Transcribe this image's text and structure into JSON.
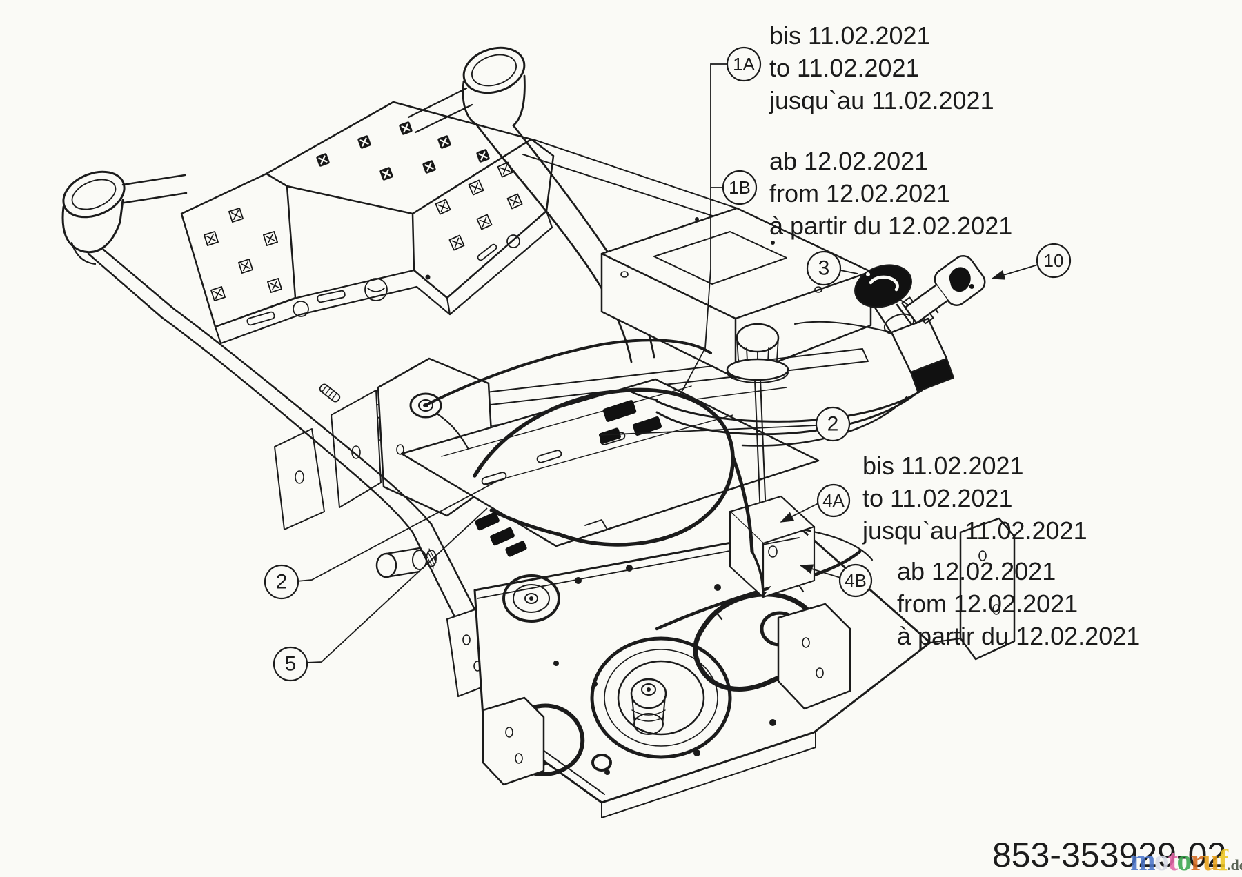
{
  "document": {
    "type": "exploded-parts-diagram",
    "part_number": "853-353929-02"
  },
  "colors": {
    "ink": "#1b1b1b",
    "background": "#fafaf6"
  },
  "callouts": [
    {
      "id": "1A",
      "label": "1A"
    },
    {
      "id": "1B",
      "label": "1B"
    },
    {
      "id": "2-upper",
      "label": "2"
    },
    {
      "id": "3",
      "label": "3"
    },
    {
      "id": "10",
      "label": "10"
    },
    {
      "id": "4A",
      "label": "4A"
    },
    {
      "id": "4B",
      "label": "4B"
    },
    {
      "id": "2-lower",
      "label": "2"
    },
    {
      "id": "5",
      "label": "5"
    }
  ],
  "date_notes": [
    {
      "id": "note-1a",
      "lines": [
        "bis 11.02.2021",
        "to 11.02.2021",
        "jusqu`au 11.02.2021"
      ]
    },
    {
      "id": "note-1b",
      "lines": [
        "ab 12.02.2021",
        "from 12.02.2021",
        "à partir du 12.02.2021"
      ]
    },
    {
      "id": "note-4a",
      "lines": [
        "bis 11.02.2021",
        "to 11.02.2021",
        "jusqu`au 11.02.2021"
      ]
    },
    {
      "id": "note-4b",
      "lines": [
        "ab 12.02.2021",
        "from 12.02.2021",
        "à partir du 12.02.2021"
      ]
    }
  ],
  "watermark": {
    "letters": [
      {
        "ch": "m",
        "color": "#4a74c9"
      },
      {
        "ch": "o",
        "color": "#d8dce8"
      },
      {
        "ch": "t",
        "color": "#e366a8"
      },
      {
        "ch": "o",
        "color": "#3aa64e"
      },
      {
        "ch": "r",
        "color": "#d4691e"
      },
      {
        "ch": "u",
        "color": "#e8a117"
      },
      {
        "ch": "f",
        "color": "#edc520"
      }
    ],
    "suffix": ".de",
    "suffix_color": "#44503f"
  }
}
